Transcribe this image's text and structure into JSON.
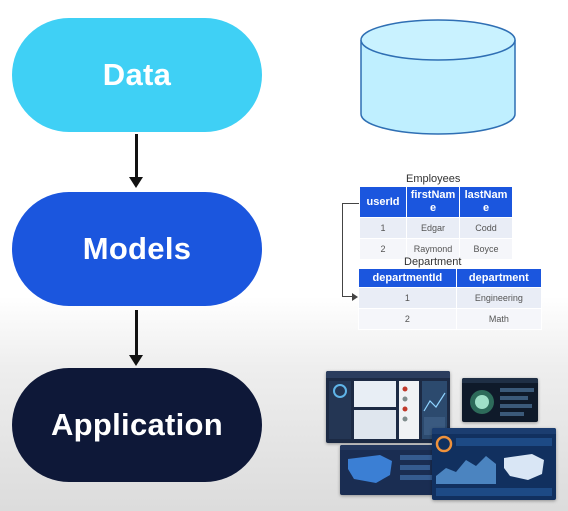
{
  "pills": {
    "data": "Data",
    "models": "Models",
    "application": "Application"
  },
  "employees": {
    "caption": "Employees",
    "headers": [
      "userId",
      "firstName",
      "lastName"
    ],
    "rows": [
      [
        "1",
        "Edgar",
        "Codd"
      ],
      [
        "2",
        "Raymond",
        "Boyce"
      ]
    ]
  },
  "department": {
    "caption": "Department",
    "headers": [
      "departmentId",
      "department"
    ],
    "rows": [
      [
        "1",
        "Engineering"
      ],
      [
        "2",
        "Math"
      ]
    ]
  },
  "colors": {
    "data": "#3fd0f5",
    "models": "#1b56de",
    "application": "#0e1838",
    "cylinder": "#bfefff"
  },
  "icons": [
    "database-cylinder-icon",
    "dashboard-screenshot"
  ]
}
